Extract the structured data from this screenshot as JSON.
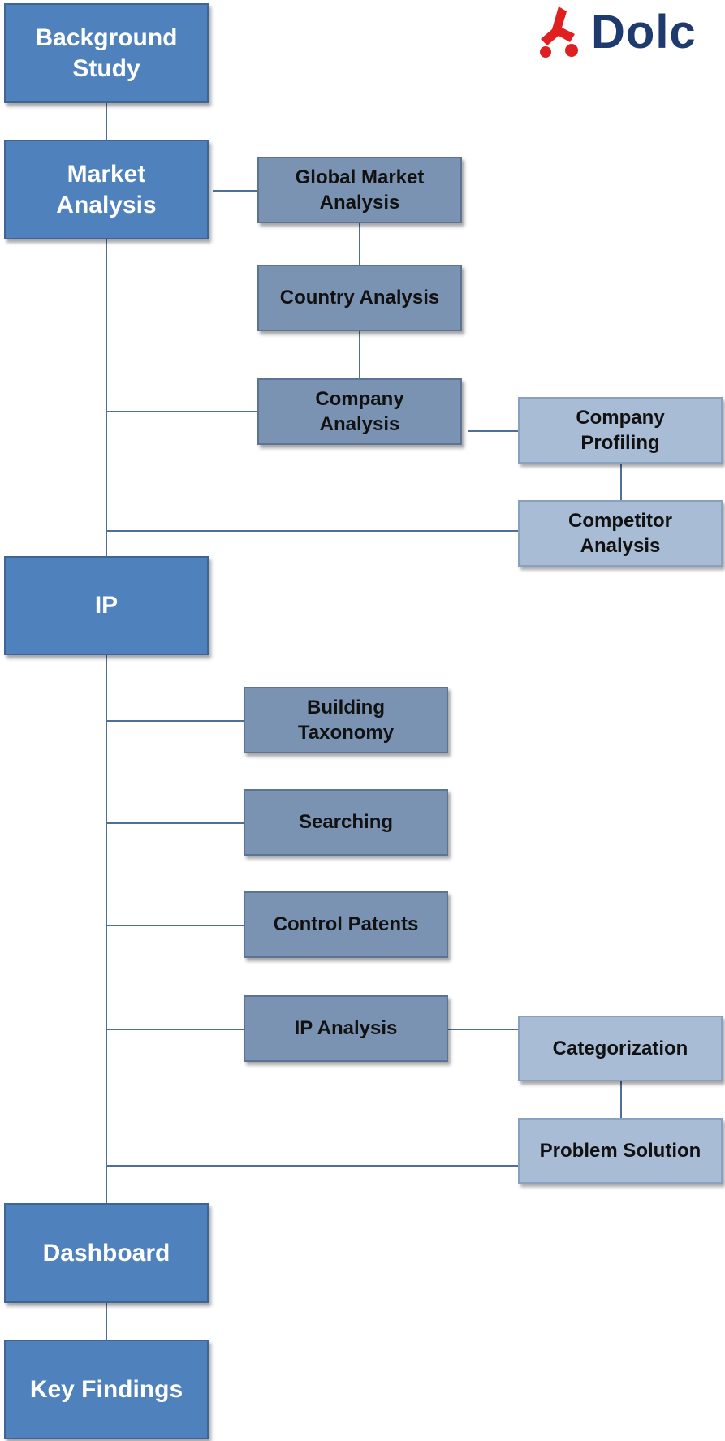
{
  "logo": {
    "text": "Dolc"
  },
  "main_nodes": {
    "background_study": "Background\nStudy",
    "market_analysis": "Market\nAnalysis",
    "ip": "IP",
    "dashboard": "Dashboard",
    "key_findings": "Key Findings"
  },
  "market_sub": {
    "global_market_analysis": "Global Market\nAnalysis",
    "country_analysis": "Country Analysis",
    "company_analysis": "Company\nAnalysis",
    "company_profiling": "Company\nProfiling",
    "competitor_analysis": "Competitor\nAnalysis"
  },
  "ip_sub": {
    "building_taxonomy": "Building\nTaxonomy",
    "searching": "Searching",
    "control_patents": "Control Patents",
    "ip_analysis": "IP Analysis",
    "categorization": "Categorization",
    "problem_solution": "Problem Solution"
  },
  "colors": {
    "main_box": "#4f81bd",
    "sub_box": "#7b93b3",
    "sub2_box": "#a9bcd5",
    "connector": "#4f6f96",
    "logo_text": "#1f3a6e",
    "logo_mark": "#e02020"
  }
}
